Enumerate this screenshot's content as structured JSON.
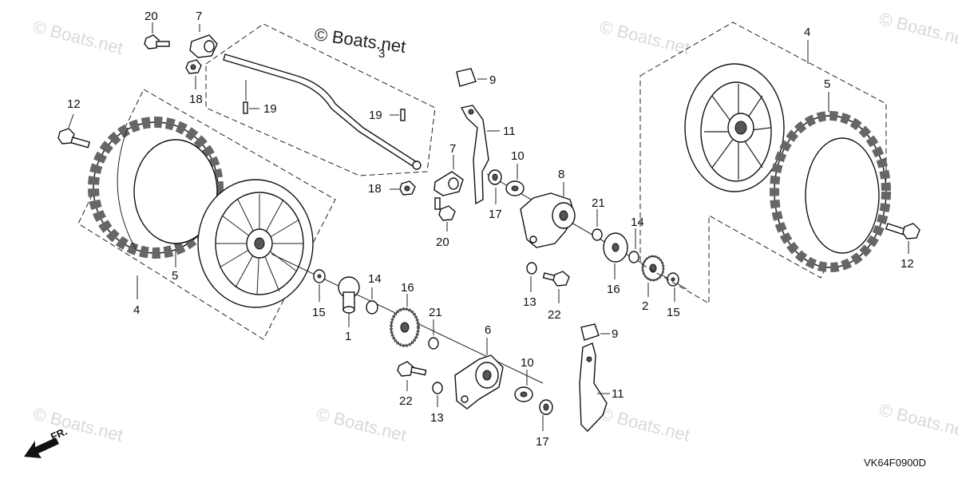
{
  "copyright": "© Boats.net",
  "watermark": "© Boats.net",
  "diagram_code": "VK64F0900D",
  "direction_label": "FR.",
  "colors": {
    "line": "#111111",
    "watermark": "#d9d9d9",
    "tread": "#666666"
  },
  "callouts": [
    {
      "n": "20"
    },
    {
      "n": "7"
    },
    {
      "n": "18"
    },
    {
      "n": "12"
    },
    {
      "n": "19"
    },
    {
      "n": "19"
    },
    {
      "n": "3"
    },
    {
      "n": "5"
    },
    {
      "n": "4"
    },
    {
      "n": "7"
    },
    {
      "n": "18"
    },
    {
      "n": "20"
    },
    {
      "n": "9"
    },
    {
      "n": "11"
    },
    {
      "n": "10"
    },
    {
      "n": "17"
    },
    {
      "n": "8"
    },
    {
      "n": "21"
    },
    {
      "n": "14"
    },
    {
      "n": "16"
    },
    {
      "n": "13"
    },
    {
      "n": "22"
    },
    {
      "n": "2"
    },
    {
      "n": "15"
    },
    {
      "n": "15"
    },
    {
      "n": "1"
    },
    {
      "n": "14"
    },
    {
      "n": "16"
    },
    {
      "n": "21"
    },
    {
      "n": "6"
    },
    {
      "n": "10"
    },
    {
      "n": "22"
    },
    {
      "n": "13"
    },
    {
      "n": "17"
    },
    {
      "n": "9"
    },
    {
      "n": "11"
    },
    {
      "n": "4"
    },
    {
      "n": "5"
    },
    {
      "n": "12"
    }
  ]
}
